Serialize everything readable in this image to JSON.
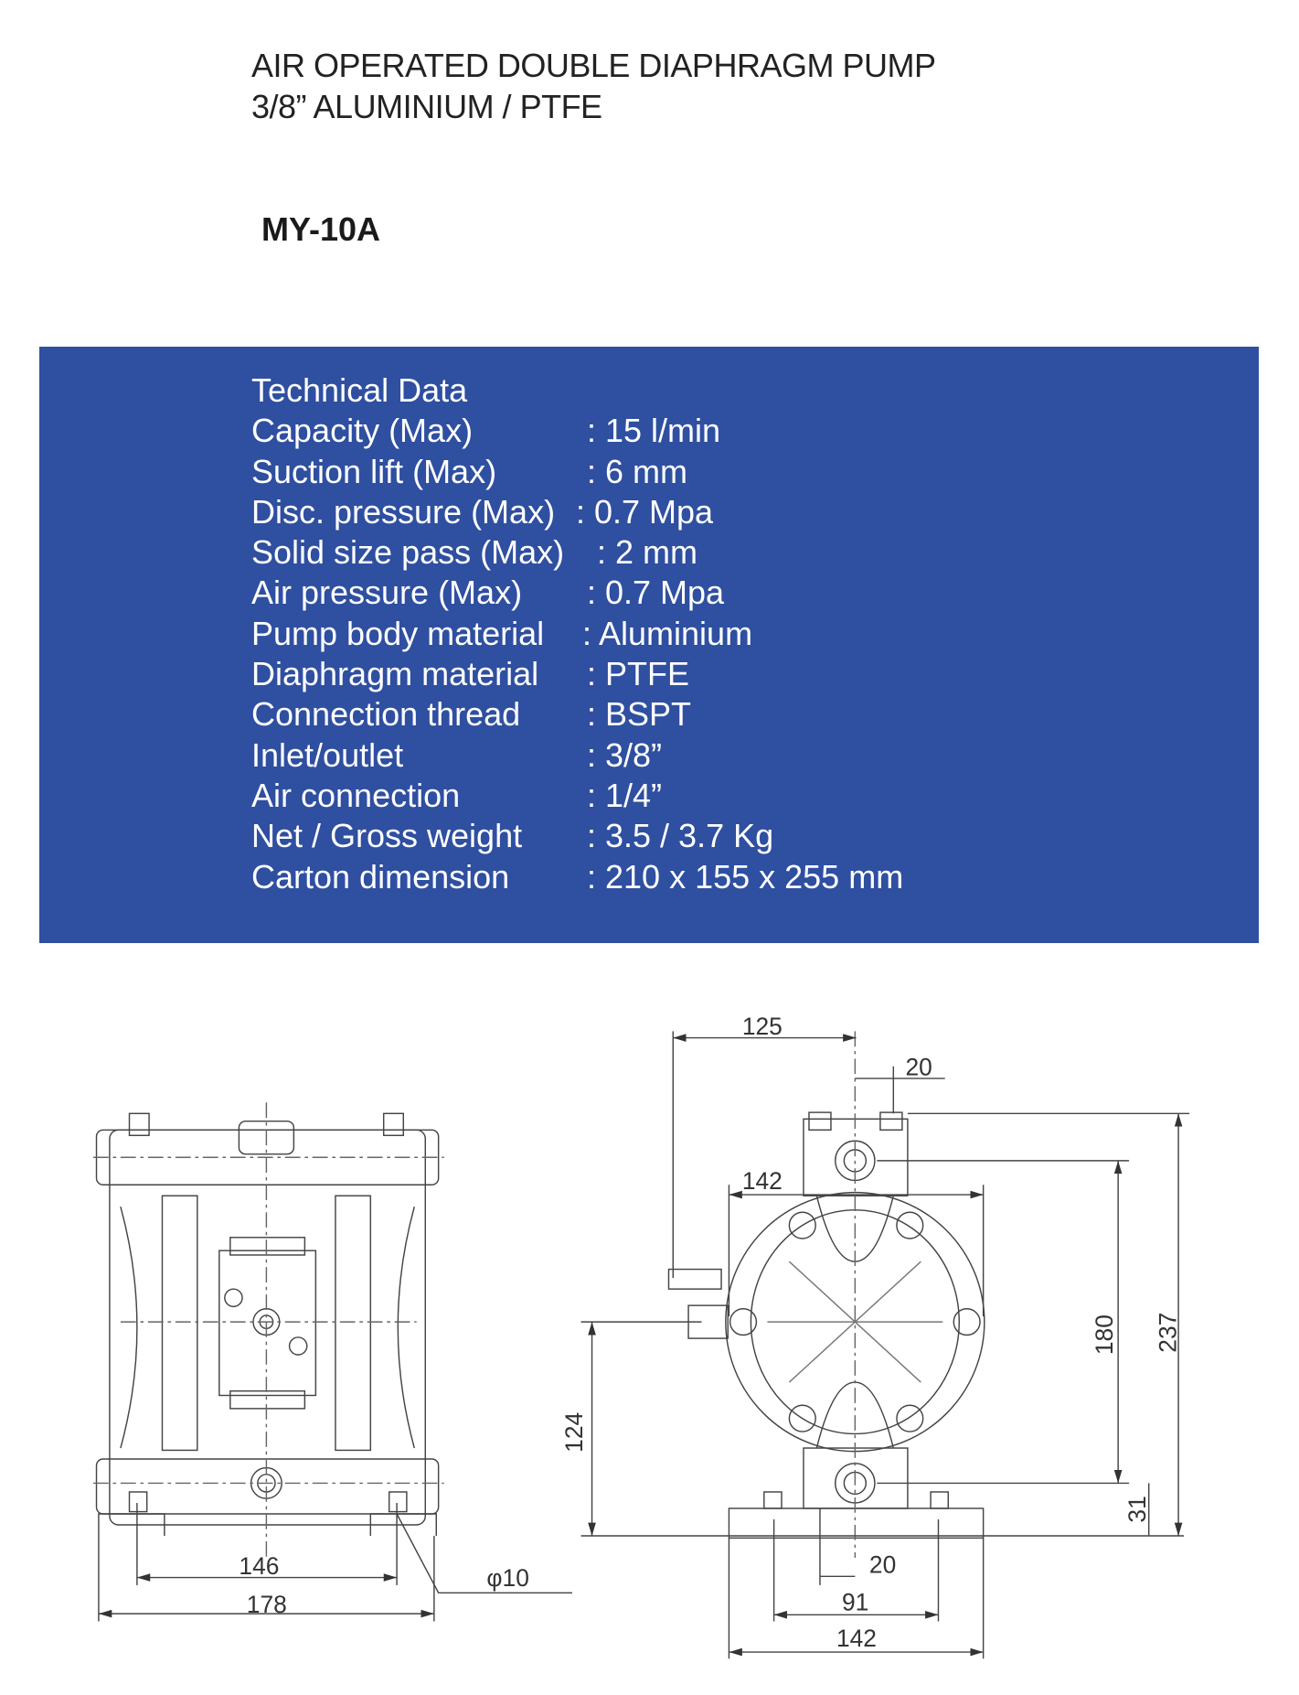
{
  "header": {
    "title_line1": "AIR OPERATED DOUBLE DIAPHRAGM PUMP",
    "title_line2": "3/8” ALUMINIUM / PTFE",
    "model": "MY-10A"
  },
  "panel_color": "#2f4fa0",
  "technical_data": {
    "heading": "Technical Data",
    "rows": [
      {
        "label": "Capacity (Max)",
        "value": ": 15 l/min"
      },
      {
        "label": "Suction lift (Max)",
        "value": ": 6 mm"
      },
      {
        "label": "Disc. pressure (Max)",
        "value": ": 0.7 Mpa"
      },
      {
        "label": "Solid size pass (Max)",
        "value": ": 2 mm"
      },
      {
        "label": "Air pressure (Max)",
        "value": ": 0.7 Mpa"
      },
      {
        "label": "Pump body material",
        "value": ": Aluminium"
      },
      {
        "label": "Diaphragm material",
        "value": ": PTFE"
      },
      {
        "label": "Connection thread",
        "value": ": BSPT"
      },
      {
        "label": "Inlet/outlet",
        "value": ": 3/8”"
      },
      {
        "label": "Air connection",
        "value": ": 1/4”"
      },
      {
        "label": "Net / Gross weight",
        "value": ": 3.5 / 3.7 Kg"
      },
      {
        "label": "Carton dimension",
        "value": ": 210 x 155 x 255 mm"
      }
    ]
  },
  "dimensions": {
    "front": {
      "inner_width": "146",
      "outer_width": "178",
      "hole": "φ10"
    },
    "side": {
      "top_width": "125",
      "top_offset": "20",
      "body_width": "142",
      "inlet_height": "124",
      "port_spacing": "180",
      "total_height": "237",
      "outlet_height": "31",
      "bottom_offset": "20",
      "base_holes": "91",
      "base_width": "142"
    }
  }
}
